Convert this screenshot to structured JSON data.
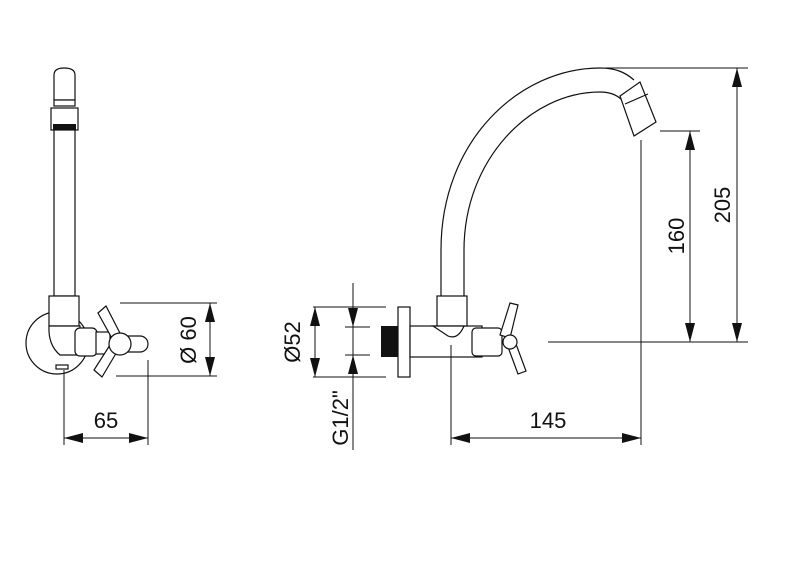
{
  "dimensions": {
    "side_rosette_diameter": "Ø 60",
    "side_projection": "65",
    "flange_diameter": "Ø52",
    "thread": "G1/2\"",
    "spout_reach": "145",
    "outlet_height": "160",
    "total_height": "205"
  }
}
